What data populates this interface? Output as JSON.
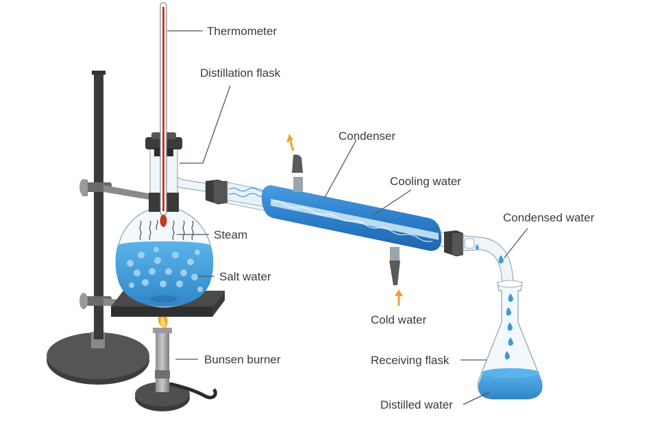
{
  "labels": {
    "thermometer": "Thermometer",
    "distillation_flask": "Distillation flask",
    "condenser": "Condenser",
    "cooling_water": "Cooling water",
    "condensed_water": "Condensed water",
    "steam": "Steam",
    "salt_water": "Salt water",
    "cold_water": "Cold water",
    "receiving_flask": "Receiving flask",
    "bunsen_burner": "Bunsen burner",
    "distilled_water": "Distilled water"
  },
  "colors": {
    "water": "#3d9ad6",
    "condenser_body": "#2f80cc",
    "stand": "#3f3f3f",
    "arrow": "#f0a030",
    "flame": "#f5a623"
  }
}
